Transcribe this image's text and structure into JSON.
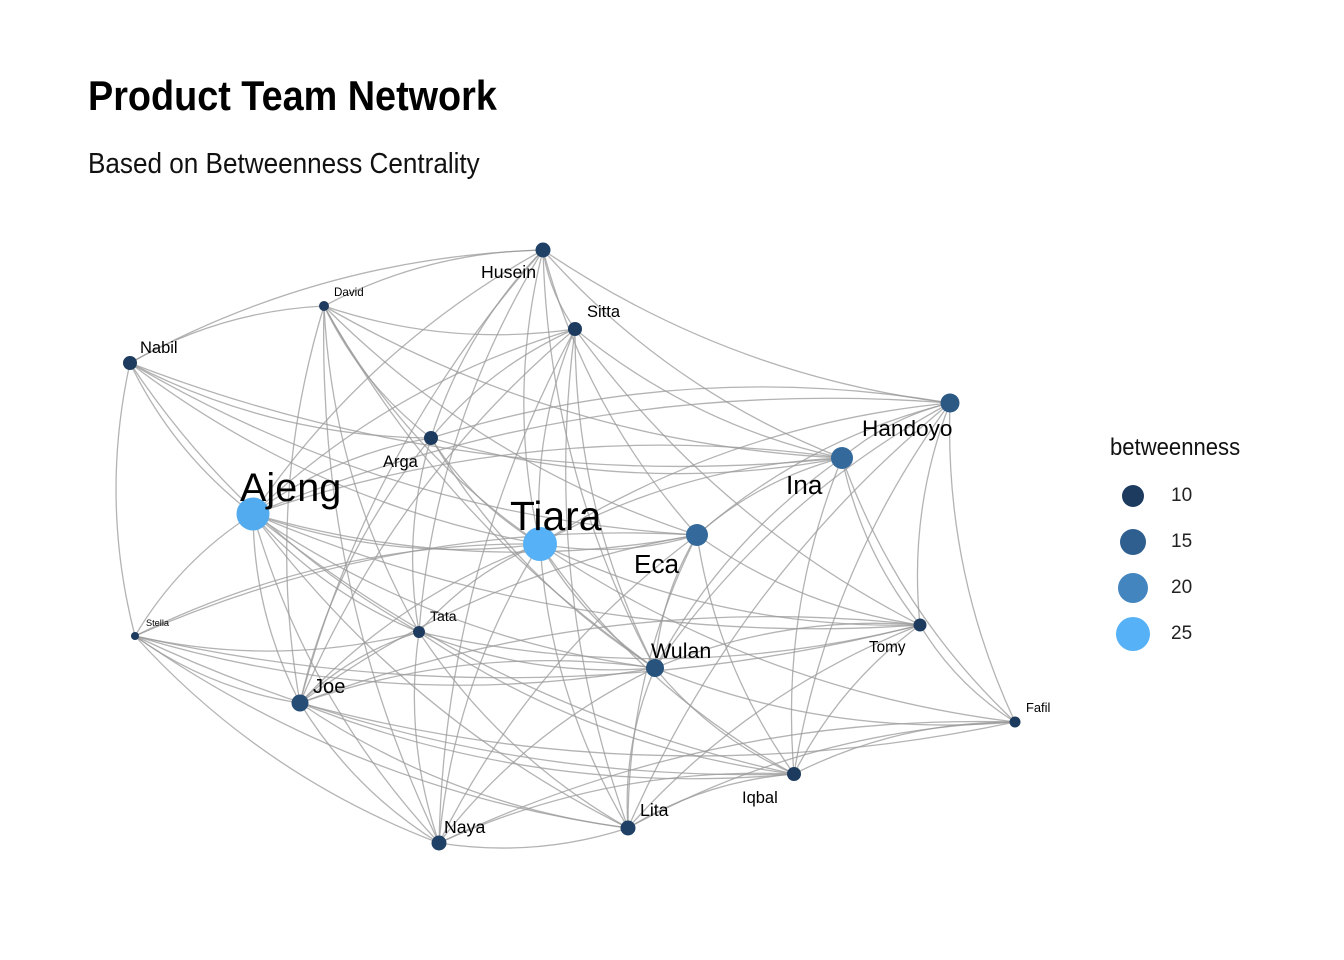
{
  "title": "Product Team Network",
  "subtitle": "Based on Betweenness Centrality",
  "legend": {
    "title": "betweenness",
    "items": [
      {
        "label": "10",
        "value": 10,
        "color": "#1d3b5e"
      },
      {
        "label": "15",
        "value": 15,
        "color": "#2e5f8e"
      },
      {
        "label": "20",
        "value": 20,
        "color": "#4385bf"
      },
      {
        "label": "25",
        "value": 25,
        "color": "#56b1f7"
      }
    ]
  },
  "edge_color": "#9a9a9a",
  "nodes": [
    {
      "id": "Husein",
      "betweenness": 8
    },
    {
      "id": "David",
      "betweenness": 3
    },
    {
      "id": "Sitta",
      "betweenness": 7
    },
    {
      "id": "Nabil",
      "betweenness": 7
    },
    {
      "id": "Handoyo",
      "betweenness": 12
    },
    {
      "id": "Arga",
      "betweenness": 7
    },
    {
      "id": "Ina",
      "betweenness": 15
    },
    {
      "id": "Ajeng",
      "betweenness": 26
    },
    {
      "id": "Tiara",
      "betweenness": 27
    },
    {
      "id": "Eca",
      "betweenness": 15
    },
    {
      "id": "Stella",
      "betweenness": 1
    },
    {
      "id": "Tata",
      "betweenness": 5
    },
    {
      "id": "Tomy",
      "betweenness": 6
    },
    {
      "id": "Wulan",
      "betweenness": 11
    },
    {
      "id": "Joe",
      "betweenness": 10
    },
    {
      "id": "Fafil",
      "betweenness": 4
    },
    {
      "id": "Iqbal",
      "betweenness": 7
    },
    {
      "id": "Naya",
      "betweenness": 8
    },
    {
      "id": "Lita",
      "betweenness": 8
    }
  ],
  "edges": [
    [
      "Husein",
      "David"
    ],
    [
      "Husein",
      "Sitta"
    ],
    [
      "Husein",
      "Nabil"
    ],
    [
      "Husein",
      "Handoyo"
    ],
    [
      "Husein",
      "Arga"
    ],
    [
      "Husein",
      "Ina"
    ],
    [
      "Husein",
      "Ajeng"
    ],
    [
      "Husein",
      "Tiara"
    ],
    [
      "Husein",
      "Eca"
    ],
    [
      "Husein",
      "Tata"
    ],
    [
      "Husein",
      "Wulan"
    ],
    [
      "Husein",
      "Joe"
    ],
    [
      "David",
      "Sitta"
    ],
    [
      "David",
      "Nabil"
    ],
    [
      "David",
      "Arga"
    ],
    [
      "David",
      "Ina"
    ],
    [
      "David",
      "Tiara"
    ],
    [
      "David",
      "Eca"
    ],
    [
      "David",
      "Tata"
    ],
    [
      "David",
      "Wulan"
    ],
    [
      "David",
      "Naya"
    ],
    [
      "David",
      "Joe"
    ],
    [
      "Sitta",
      "Arga"
    ],
    [
      "Sitta",
      "Ina"
    ],
    [
      "Sitta",
      "Ajeng"
    ],
    [
      "Sitta",
      "Tiara"
    ],
    [
      "Sitta",
      "Tomy"
    ],
    [
      "Sitta",
      "Wulan"
    ],
    [
      "Sitta",
      "Naya"
    ],
    [
      "Sitta",
      "Lita"
    ],
    [
      "Sitta",
      "Joe"
    ],
    [
      "Nabil",
      "Arga"
    ],
    [
      "Nabil",
      "Ajeng"
    ],
    [
      "Nabil",
      "Stella"
    ],
    [
      "Nabil",
      "Ina"
    ],
    [
      "Nabil",
      "Eca"
    ],
    [
      "Nabil",
      "Tata"
    ],
    [
      "Nabil",
      "Tiara"
    ],
    [
      "Handoyo",
      "Ina"
    ],
    [
      "Handoyo",
      "Eca"
    ],
    [
      "Handoyo",
      "Tiara"
    ],
    [
      "Handoyo",
      "Tomy"
    ],
    [
      "Handoyo",
      "Fafil"
    ],
    [
      "Handoyo",
      "Iqbal"
    ],
    [
      "Handoyo",
      "Lita"
    ],
    [
      "Handoyo",
      "Ajeng"
    ],
    [
      "Handoyo",
      "Arga"
    ],
    [
      "Handoyo",
      "Wulan"
    ],
    [
      "Arga",
      "Ina"
    ],
    [
      "Arga",
      "Ajeng"
    ],
    [
      "Arga",
      "Tiara"
    ],
    [
      "Arga",
      "Wulan"
    ],
    [
      "Arga",
      "Joe"
    ],
    [
      "Arga",
      "Tata"
    ],
    [
      "Ina",
      "Tiara"
    ],
    [
      "Ina",
      "Eca"
    ],
    [
      "Ina",
      "Tomy"
    ],
    [
      "Ina",
      "Iqbal"
    ],
    [
      "Ina",
      "Ajeng"
    ],
    [
      "Ina",
      "Wulan"
    ],
    [
      "Ina",
      "Fafil"
    ],
    [
      "Ajeng",
      "Tiara"
    ],
    [
      "Ajeng",
      "Eca"
    ],
    [
      "Ajeng",
      "Stella"
    ],
    [
      "Ajeng",
      "Tata"
    ],
    [
      "Ajeng",
      "Joe"
    ],
    [
      "Ajeng",
      "Wulan"
    ],
    [
      "Ajeng",
      "Naya"
    ],
    [
      "Ajeng",
      "Lita"
    ],
    [
      "Ajeng",
      "Tomy"
    ],
    [
      "Ajeng",
      "Iqbal"
    ],
    [
      "Tiara",
      "Eca"
    ],
    [
      "Tiara",
      "Stella"
    ],
    [
      "Tiara",
      "Tata"
    ],
    [
      "Tiara",
      "Joe"
    ],
    [
      "Tiara",
      "Wulan"
    ],
    [
      "Tiara",
      "Naya"
    ],
    [
      "Tiara",
      "Lita"
    ],
    [
      "Tiara",
      "Iqbal"
    ],
    [
      "Tiara",
      "Tomy"
    ],
    [
      "Tiara",
      "Fafil"
    ],
    [
      "Eca",
      "Wulan"
    ],
    [
      "Eca",
      "Tomy"
    ],
    [
      "Eca",
      "Lita"
    ],
    [
      "Eca",
      "Iqbal"
    ],
    [
      "Eca",
      "Stella"
    ],
    [
      "Eca",
      "Joe"
    ],
    [
      "Eca",
      "Naya"
    ],
    [
      "Stella",
      "Tata"
    ],
    [
      "Stella",
      "Joe"
    ],
    [
      "Stella",
      "Wulan"
    ],
    [
      "Stella",
      "Tomy"
    ],
    [
      "Stella",
      "Lita"
    ],
    [
      "Stella",
      "Naya"
    ],
    [
      "Stella",
      "Iqbal"
    ],
    [
      "Tata",
      "Wulan"
    ],
    [
      "Tata",
      "Joe"
    ],
    [
      "Tata",
      "Naya"
    ],
    [
      "Tata",
      "Lita"
    ],
    [
      "Tata",
      "Tomy"
    ],
    [
      "Tata",
      "Iqbal"
    ],
    [
      "Tomy",
      "Wulan"
    ],
    [
      "Tomy",
      "Fafil"
    ],
    [
      "Tomy",
      "Iqbal"
    ],
    [
      "Tomy",
      "Lita"
    ],
    [
      "Tomy",
      "Joe"
    ],
    [
      "Wulan",
      "Lita"
    ],
    [
      "Wulan",
      "Naya"
    ],
    [
      "Wulan",
      "Joe"
    ],
    [
      "Wulan",
      "Iqbal"
    ],
    [
      "Wulan",
      "Fafil"
    ],
    [
      "Joe",
      "Naya"
    ],
    [
      "Joe",
      "Lita"
    ],
    [
      "Joe",
      "Iqbal"
    ],
    [
      "Joe",
      "Fafil"
    ],
    [
      "Fafil",
      "Iqbal"
    ],
    [
      "Fafil",
      "Lita"
    ],
    [
      "Fafil",
      "Naya"
    ],
    [
      "Iqbal",
      "Lita"
    ],
    [
      "Iqbal",
      "Naya"
    ],
    [
      "Naya",
      "Lita"
    ]
  ]
}
